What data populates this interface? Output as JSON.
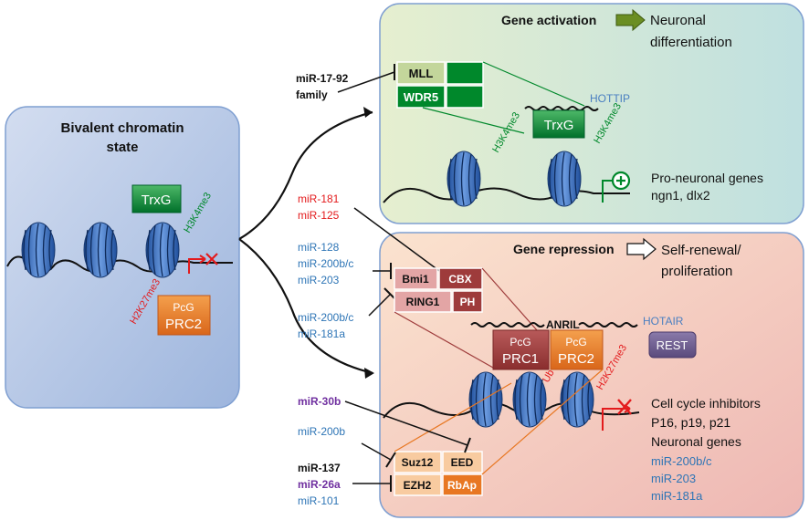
{
  "panels": {
    "bivalent": {
      "title_line1": "Bivalent chromatin",
      "title_line2": "state"
    },
    "activation": {
      "title": "Gene activation",
      "outcome_line1": "Neuronal",
      "outcome_line2": "differentiation"
    },
    "repression": {
      "title": "Gene repression",
      "outcome_line1": "Self-renewal/",
      "outcome_line2": "proliferation"
    }
  },
  "complexes": {
    "trxg": "TrxG",
    "pcg": "PcG",
    "prc1": "PRC1",
    "prc2": "PRC2",
    "rest": "REST",
    "mll": "MLL",
    "wdr5": "WDR5",
    "bmi1": "Bmi1",
    "cbx": "CBX",
    "ring1": "RING1",
    "ph": "PH",
    "suz12": "Suz12",
    "eed": "EED",
    "ezh2": "EZH2",
    "rbap": "RbAp"
  },
  "marks": {
    "h3k4me3": "H3K4me3",
    "h2k27me3": "H2K27me3",
    "ub": "Ub"
  },
  "lncrnas": {
    "hottip": "HOTTIP",
    "anril": "ANRIL",
    "hotair": "HOTAIR"
  },
  "mirnas": {
    "mir17_line1": "miR-17-92",
    "mir17_line2": "family",
    "mir181": "miR-181",
    "mir125": "miR-125",
    "mir128": "miR-128",
    "mir200bc": "miR-200b/c",
    "mir203": "miR-203",
    "mir200bc_b": "miR-200b/c",
    "mir181a": "miR-181a",
    "mir30b": "miR-30b",
    "mir200b": "miR-200b",
    "mir137": "miR-137",
    "mir26a": "miR-26a",
    "mir101": "miR-101"
  },
  "targets": {
    "proneuronal_line1": "Pro-neuronal genes",
    "proneuronal_line2": "ngn1, dlx2",
    "repressed_line1": "Cell cycle inhibitors",
    "repressed_line2": "P16, p19, p21",
    "repressed_line3": "Neuronal genes",
    "repressed_line4": "miR-200b/c",
    "repressed_line5": "miR-203",
    "repressed_line6": "miR-181a"
  },
  "colors": {
    "red_mirna": "#e31a1c",
    "blue_mirna": "#2e75b6",
    "purple_mirna": "#7030a0",
    "trxg_green": "#00882b",
    "pcg_orange": "#e87722",
    "prc1_red": "#9e3b3b",
    "rest_purple": "#6a5a8c"
  }
}
